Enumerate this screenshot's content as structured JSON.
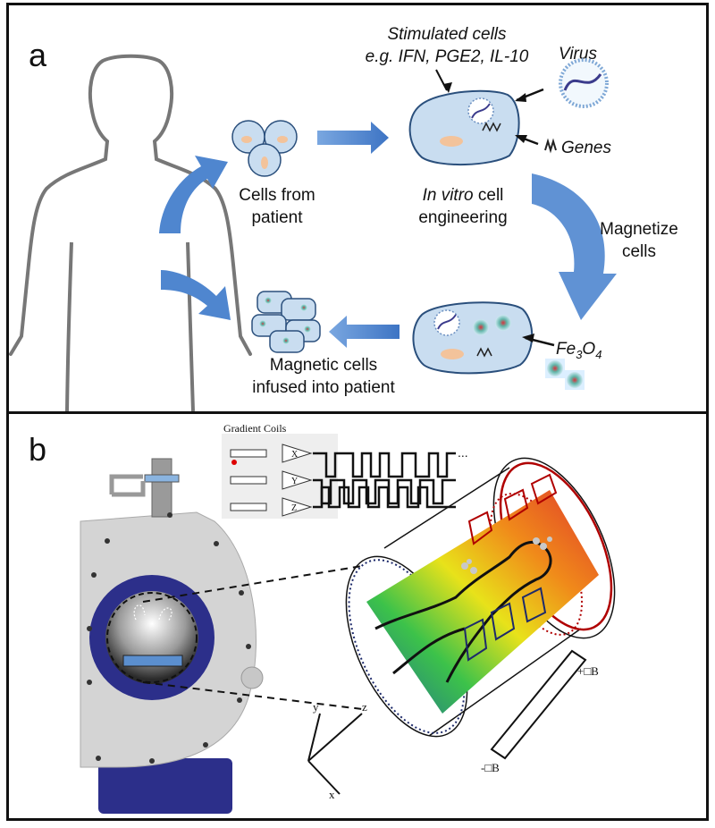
{
  "panel_a": {
    "letter": "a",
    "stimulated_title": "Stimulated cells",
    "stimulated_examples": "e.g. IFN, PGE2, IL-10",
    "virus": "Virus",
    "genes": "Genes",
    "cells_line1": "Cells from",
    "cells_line2": "patient",
    "invitro_italic": "In vitro",
    "invitro_rest": " cell",
    "engineering": "engineering",
    "magnetize_line1": "Magnetize",
    "magnetize_line2": "cells",
    "fe_base": "Fe",
    "fe_sub1": "3",
    "fe_o": "O",
    "fe_sub2": "4",
    "infused_line1": "Magnetic cells",
    "infused_line2": "infused into patient"
  },
  "panel_b": {
    "letter": "b",
    "gradient_title": "Gradient Coils",
    "coil_x": "X",
    "coil_y": "Y",
    "coil_z": "Z",
    "plus_b": "+□B",
    "minus_b": "-□B",
    "axis_x": "x",
    "axis_y": "y",
    "axis_z": "z"
  },
  "colors": {
    "cell_fill": "#c9ddf0",
    "cell_stroke": "#2a4f7c",
    "arrow_blue": "#4f86cf",
    "nucleus": "#f3c39b",
    "coil_red": "#b00000",
    "coil_navy": "#1d2a6b",
    "scanner_grey": "#d4d4d4",
    "bore_blue": "#2c2f8a"
  },
  "icons": [
    "human-silhouette-icon",
    "cell-icon",
    "virus-icon",
    "gene-icon",
    "nanoparticle-icon",
    "mri-scanner-icon",
    "gradient-coil-icon"
  ]
}
